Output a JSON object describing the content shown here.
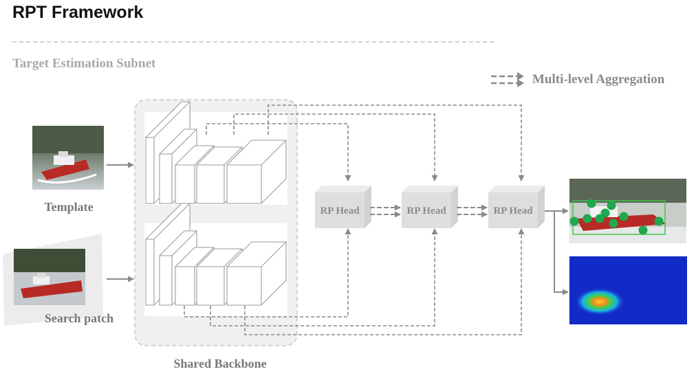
{
  "page_title": "RPT Framework",
  "subnet_title": "Target Estimation Subnet",
  "legend": {
    "icon": "dashed-double-arrow",
    "label": "Multi-level Aggregation"
  },
  "inputs": {
    "template_label": "Template",
    "search_label": "Search patch"
  },
  "backbone_label": "Shared Backbone",
  "heads": [
    {
      "label": "RP Head"
    },
    {
      "label": "RP Head"
    },
    {
      "label": "RP Head"
    }
  ],
  "outputs": [
    "bounding-box-result",
    "response-heatmap"
  ],
  "colors": {
    "arrow": "#8a8a8a",
    "head_fill": "#dedede",
    "keypoint": "#1fa84f",
    "box": "#3ec64a",
    "boat_hull": "#b82a25",
    "heatmap_bg": "#1430d6",
    "heatmap_peak": "#ffd23a"
  }
}
